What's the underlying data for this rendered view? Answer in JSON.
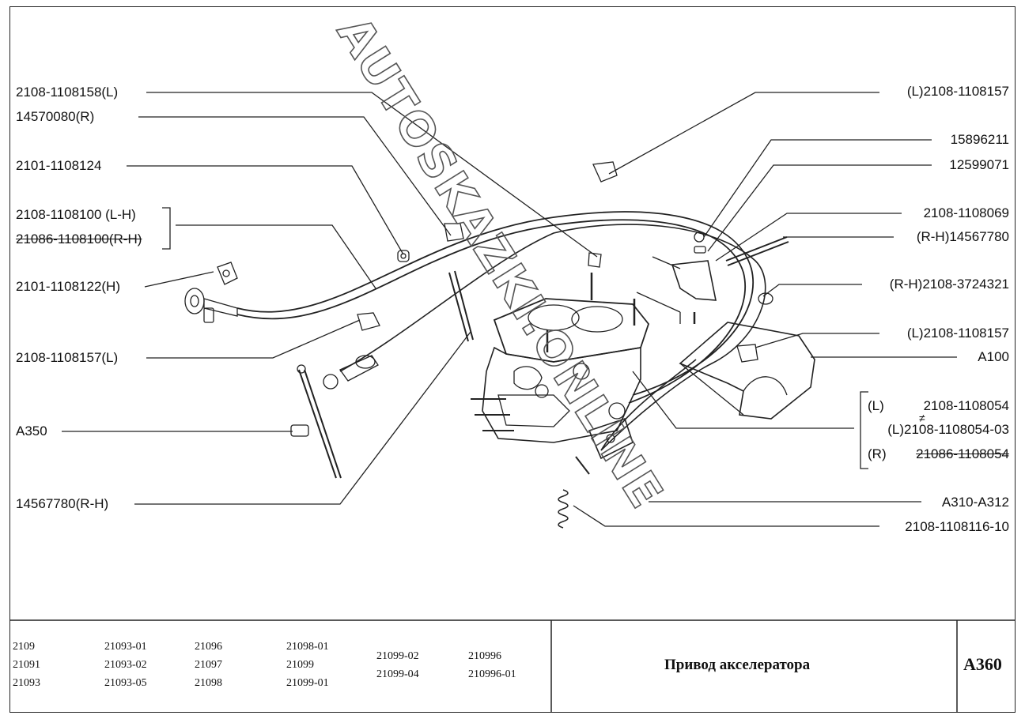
{
  "labels_left": {
    "l1": "2108-1108158(L)",
    "l2": "14570080(R)",
    "l3": "2101-1108124",
    "l4a": "2108-1108100  (L-H)",
    "l4b": "21086-1108100(R-H)",
    "l5": "2101-1108122(H)",
    "l6": "2108-1108157(L)",
    "l7": "A350",
    "l8": "14567780(R-H)"
  },
  "labels_right": {
    "r1": "(L)2108-1108157",
    "r2": "15896211",
    "r3": "12599071",
    "r4": "2108-1108069",
    "r5": "(R-H)14567780",
    "r6": "(R-H)2108-3724321",
    "r7": "(L)2108-1108157",
    "r8": "A100",
    "r9a_side": "(L)",
    "r9a": "2108-1108054",
    "r9b_mark": "≠",
    "r9b": "(L)2108-1108054-03",
    "r9c_side": "(R)",
    "r9c": "21086-1108054",
    "r10": "A310-A312",
    "r11": "2108-1108116-10"
  },
  "footer": {
    "models_col1": [
      "2109",
      "21091",
      "21093"
    ],
    "models_col2": [
      "21093-01",
      "21093-02",
      "21093-05"
    ],
    "models_col3": [
      "21096",
      "21097",
      "21098"
    ],
    "models_col4": [
      "21098-01",
      "21099",
      "21099-01"
    ],
    "models_col5": [
      "21099-02",
      "21099-04"
    ],
    "models_col6": [
      "210996",
      "210996-01"
    ],
    "title": "Привод акселератора",
    "code": "A360"
  },
  "watermark": "AUTOSKAZKI.ONLINE"
}
